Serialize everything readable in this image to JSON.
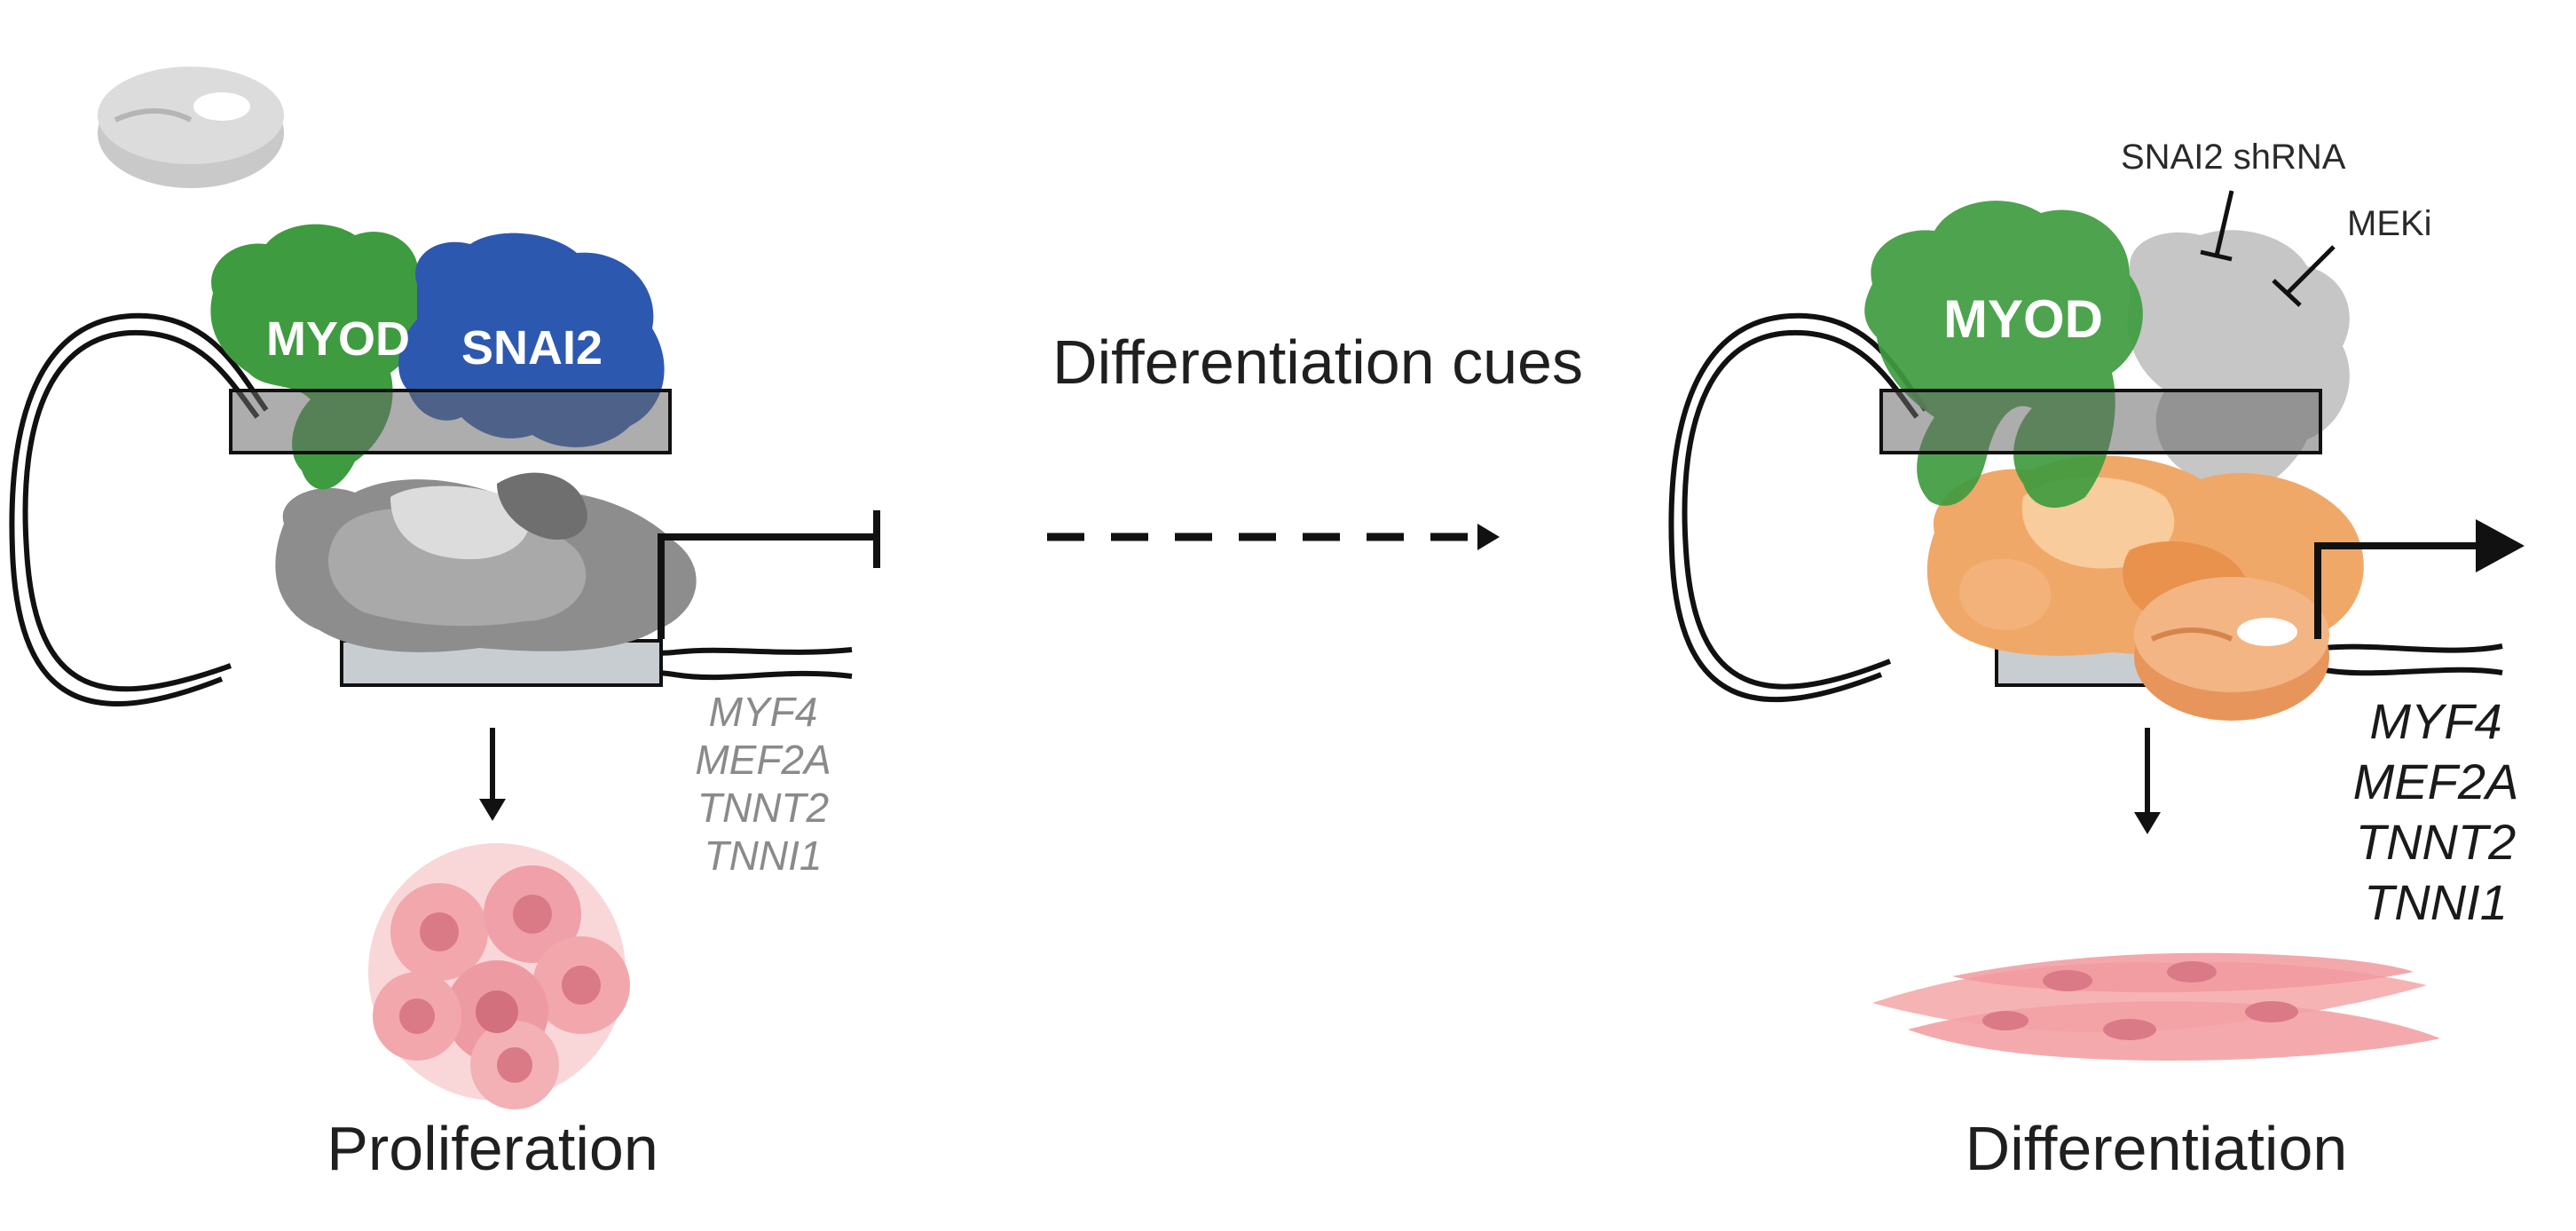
{
  "center_label": "Differentiation cues",
  "left_panel": {
    "protein_labels": [
      "MYOD",
      "SNAI2"
    ],
    "genes": [
      "MYF4",
      "MEF2A",
      "TNNT2",
      "TNNI1"
    ],
    "outcome": "Proliferation"
  },
  "right_panel": {
    "protein_label": "MYOD",
    "inhibitors": [
      "SNAI2 shRNA",
      "MEKi"
    ],
    "genes": [
      "MYF4",
      "MEF2A",
      "TNNT2",
      "TNNI1"
    ],
    "outcome": "Differentiation"
  },
  "colors": {
    "myod_green": "#3f9b3f",
    "snai2_blue": "#2d58b0",
    "complex_gray": "#8f8f8f",
    "complex_orange": "#f0a868",
    "proliferating_cells": "#f2a7ad",
    "differentiated_cells": "#f3a1a4"
  }
}
